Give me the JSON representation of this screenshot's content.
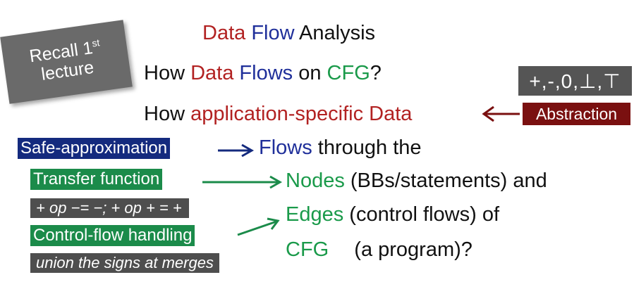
{
  "title": {
    "part1": "Data",
    "part2": "Flow",
    "part3": "Analysis"
  },
  "recall": {
    "line1": "Recall 1",
    "sup": "st",
    "line2": "lecture"
  },
  "q1": {
    "how": "How",
    "data": "Data",
    "flows": "Flows",
    "on": "on",
    "cfg": "CFG",
    "q": "?"
  },
  "signs_box": "+,-,0,⊥,⊤",
  "q2": {
    "how": "How",
    "app_data": "application-specific Data"
  },
  "abstraction": "Abstraction",
  "safe_approx": "Safe-approximation",
  "flows_line": {
    "flows": "Flows",
    "rest": "through the"
  },
  "transfer_function": "Transfer function",
  "nodes_line": {
    "nodes": "Nodes",
    "rest": "(BBs/statements) and"
  },
  "op_rule": "+ op −= −; + op + = +",
  "edges_line": {
    "edges": "Edges",
    "rest": "(control flows) of"
  },
  "control_flow_handling": "Control-flow handling",
  "cfg_line": {
    "cfg": "CFG",
    "rest": "(a program)?"
  },
  "union_rule": "union the signs at merges",
  "colors": {
    "red": "#b22222",
    "blue": "#1f2f9a",
    "green": "#1a9a4a",
    "navy_box": "#142a7e",
    "green_box": "#1b8b4a",
    "gray_box": "#4e4e4e",
    "dark_red_box": "#7a1010"
  }
}
